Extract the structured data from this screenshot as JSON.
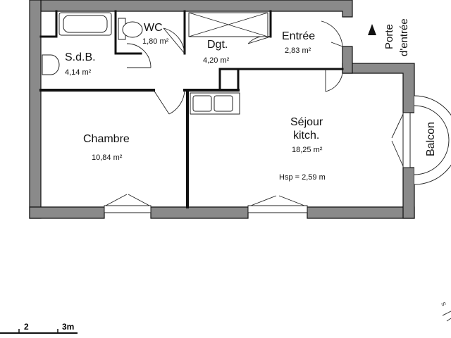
{
  "rooms": {
    "wc": {
      "name": "WC",
      "area": "1,80 m²"
    },
    "sdb": {
      "name": "S.d.B.",
      "area": "4,14 m²"
    },
    "dgt": {
      "name": "Dgt.",
      "area": "4,20 m²"
    },
    "entree": {
      "name": "Entrée",
      "area": "2,83 m²"
    },
    "chambre": {
      "name": "Chambre",
      "area": "10,84 m²"
    },
    "sejour": {
      "name_line1": "Séjour",
      "name_line2": "kitch.",
      "area": "18,25 m²",
      "hsp": "Hsp = 2,59 m"
    },
    "balcon": {
      "name": "Balcon"
    }
  },
  "entrance": {
    "line1": "Porte",
    "line2": "d'entrée"
  },
  "scale": {
    "left_label": "2",
    "right_label": "3m"
  },
  "compass": {
    "letter": "S"
  }
}
